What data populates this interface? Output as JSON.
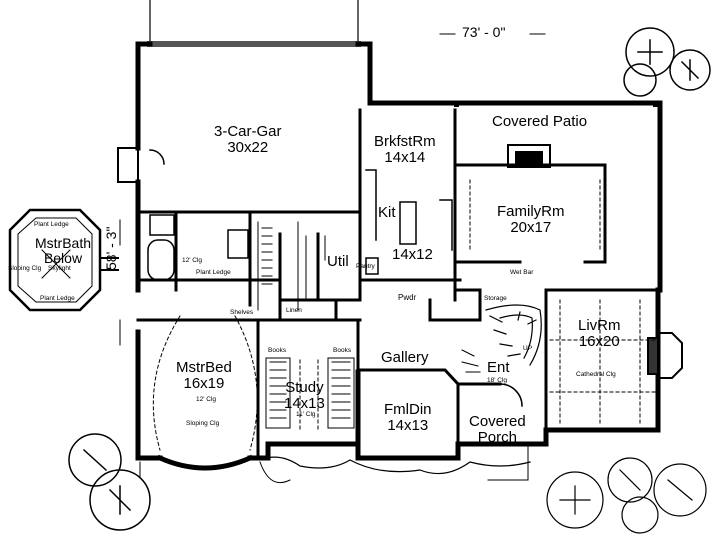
{
  "plan": {
    "overall_width": "73' - 0\"",
    "overall_depth": "58' - 3\"",
    "rooms": {
      "garage": {
        "name": "3-Car-Gar",
        "size": "30x22"
      },
      "breakfast": {
        "name": "BrkfstRm",
        "size": "14x14"
      },
      "covered_patio": {
        "name": "Covered Patio"
      },
      "kitchen": {
        "name": "Kit",
        "size": "14x12"
      },
      "family": {
        "name": "FamilyRm",
        "size": "20x17"
      },
      "utility": {
        "name": "Util"
      },
      "pantry": {
        "name": "Pantry"
      },
      "master_bath": {
        "name": "MstrBath",
        "sub": "Below"
      },
      "powder": {
        "name": "Pwdr"
      },
      "living": {
        "name": "LivRm",
        "size": "16x20"
      },
      "gallery": {
        "name": "Gallery"
      },
      "entry": {
        "name": "Ent"
      },
      "master_bed": {
        "name": "MstrBed",
        "size": "16x19"
      },
      "study": {
        "name": "Study",
        "size": "14x13"
      },
      "formal_dining": {
        "name": "FmlDin",
        "size": "14x13"
      },
      "covered_porch": {
        "name": "Covered",
        "sub": "Porch"
      }
    },
    "notes": {
      "ceiling_12": "12' Clg",
      "plant_ledge": "Plant Ledge",
      "shelves": "Shelves",
      "linen": "Linen",
      "books": "Books",
      "sloping_clg": "Sloping Clg",
      "ceiling_11": "11' Clg",
      "wet_bar": "Wet Bar",
      "storage": "Storage",
      "up": "UP",
      "ceiling_18": "18' Clg",
      "cathedral_clg": "Cathedral Clg",
      "bath_plant_ledge_top": "Plant Ledge",
      "bath_plant_ledge_bottom": "Plant Ledge",
      "bath_sloping": "Sloping Clg",
      "bath_skylight": "Skylight"
    }
  }
}
